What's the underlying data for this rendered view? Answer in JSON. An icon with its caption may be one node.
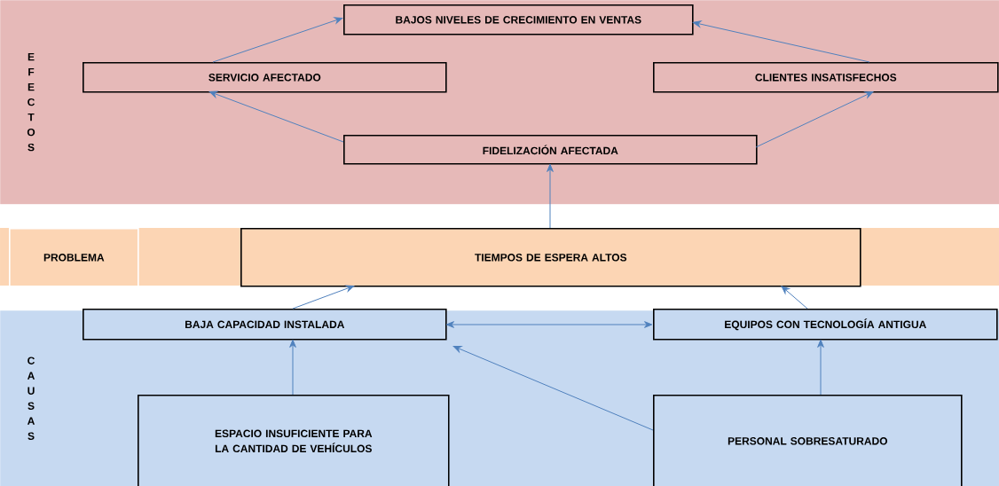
{
  "diagram": {
    "nodes": [
      {
        "text": [
          "E F E C T O S"
        ]
      },
      {
        "text": [
          "BAJOS NIVELES DE CRECIMIENTO EN VENTAS"
        ],
        "in": 0
      },
      {
        "text": [
          "SERVICIO AFECTADO"
        ],
        "in": 0
      },
      {
        "text": [
          "CLIENTES INSATISFECHOS"
        ],
        "in": 0
      },
      {
        "text": [
          "FIDELIZACIÓN AFECTADA"
        ],
        "in": 0
      },
      {
        "text": [
          "PROBLEMA"
        ]
      },
      {
        "text": [
          "TIEMPOS DE ESPERA ALTOS"
        ]
      },
      {
        "text": [
          "C A U S A S"
        ]
      },
      {
        "text": [
          "BAJA CAPACIDAD INSTALADA"
        ],
        "in": 7
      },
      {
        "text": [
          "EQUIPOS CON TECNOLOGÍA ANTIGUA"
        ],
        "in": 7
      },
      {
        "text": [
          "ESPACIO INSUFICIENTE PARA LA CANTIDAD DE VEHÍCULOS"
        ],
        "in": 7
      },
      {
        "text": [
          "PERSONAL SOBRESATURADO"
        ],
        "in": 7
      }
    ],
    "edges": [
      {
        "from": 2,
        "to": 1,
        "arrow": "to"
      },
      {
        "from": 3,
        "to": 1,
        "arrow": "to"
      },
      {
        "from": 4,
        "to": 2,
        "arrow": "to"
      },
      {
        "from": 4,
        "to": 3,
        "arrow": "to"
      },
      {
        "from": 6,
        "to": 4,
        "arrow": "to"
      },
      {
        "from": 8,
        "to": 6,
        "arrow": "to"
      },
      {
        "from": 9,
        "to": 6,
        "arrow": "to"
      },
      {
        "from": 8,
        "to": 9,
        "arrow": "both"
      },
      {
        "from": 10,
        "to": 8,
        "arrow": "to"
      },
      {
        "from": 11,
        "to": 8,
        "arrow": "to"
      },
      {
        "from": 11,
        "to": 9,
        "arrow": "to"
      }
    ]
  }
}
